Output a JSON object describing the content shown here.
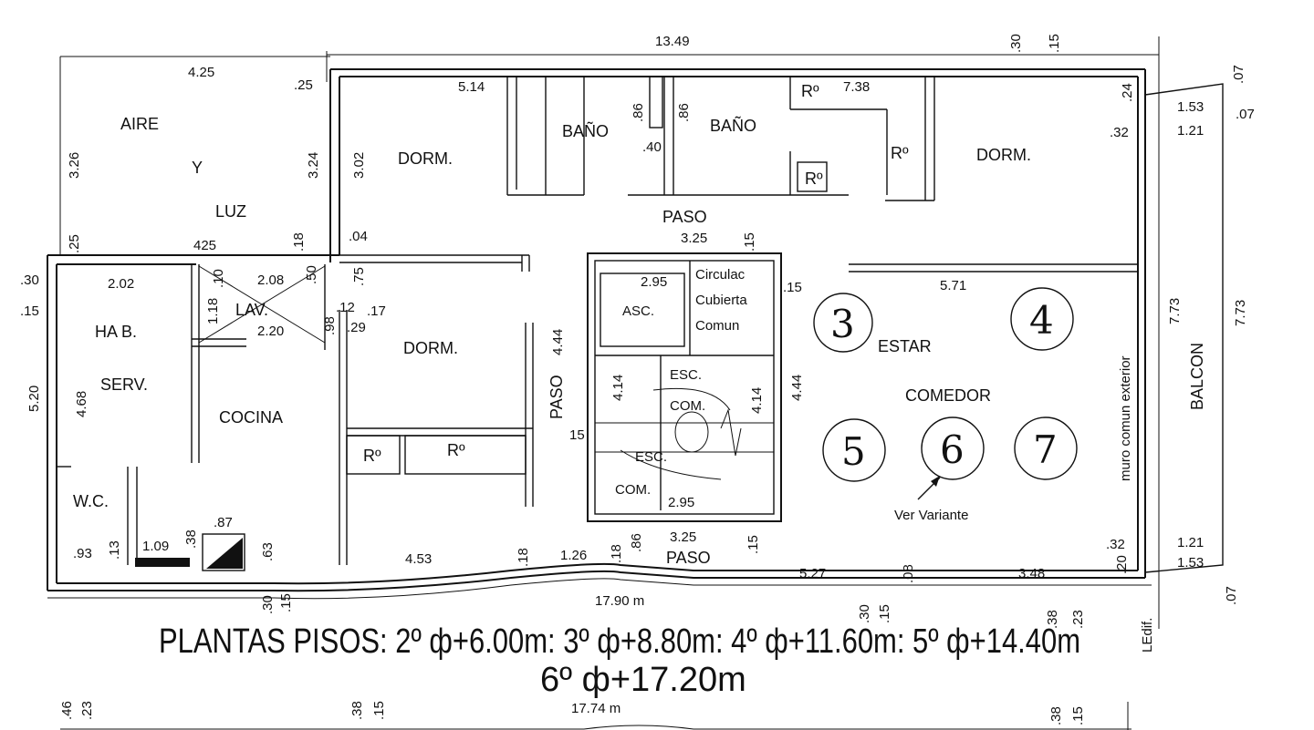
{
  "rooms": {
    "aire_line1": "AIRE",
    "aire_line2": "Y",
    "aire_line3": "LUZ",
    "dorm_left_top": "DORM.",
    "bano_left": "BAÑO",
    "bano_right": "BAÑO",
    "dorm_right": "DORM.",
    "paso_top": "PASO",
    "hab_line1": "HA B.",
    "hab_line2": "SERV.",
    "lav": "LAV.",
    "cocina": "COCINA",
    "dorm_mid": "DORM.",
    "paso_side": "PASO",
    "asc": "ASC.",
    "circ_line1": "Circulac",
    "circ_line2": "Cubierta",
    "circ_line3": "Comun",
    "esc_top_1": "ESC.",
    "esc_top_2": "COM.",
    "esc_bot_1": "ESC.",
    "esc_bot_2": "COM.",
    "estar": "ESTAR",
    "comedor": "COMEDOR",
    "wc": "W.C.",
    "paso_bottom": "PASO",
    "muro": "muro comun exterior",
    "balcon": "BALCON",
    "ledif": "LEdif.",
    "r1": "Rº",
    "r2": "Rº",
    "r3": "Rº",
    "r4": "Rº",
    "r5": "Rº"
  },
  "markers": [
    "3",
    "4",
    "5",
    "6",
    "7"
  ],
  "variant_note": "Ver Variante",
  "dims": {
    "top_total": "13.49",
    "d_425a": "4.25",
    "d_25a": ".25",
    "d_326": "3.26",
    "d_324": "3.24",
    "d_302": "3.02",
    "d_514": "5.14",
    "d_86a": ".86",
    "d_86b": ".86",
    "d_40": ".40",
    "d_738": "7.38",
    "d_30a": ".30",
    "d_15a": ".15",
    "d_24": ".24",
    "d_32a": ".32",
    "d_153a": "1.53",
    "d_121a": "1.21",
    "d_07a": ".07",
    "d_07b": ".07",
    "d_25b": ".25",
    "d_425b": "425",
    "d_18": ".18",
    "d_04": ".04",
    "d_325a": "3.25",
    "d_15b": ".15",
    "d_30b": ".30",
    "d_15c": ".15",
    "d_202": "2.02",
    "d_208": "2.08",
    "d_50": ".50",
    "d_75": ".75",
    "d_10": ".10",
    "d_12": ".12",
    "d_17": ".17",
    "d_29": ".29",
    "d_118": "1.18",
    "d_220": "2.20",
    "d_98": ".98",
    "d_295a": "2.95",
    "d_15d": ".15",
    "d_571": "5.71",
    "d_773a": "7.73",
    "d_773b": "7.73",
    "d_520": "5.20",
    "d_468": "4.68",
    "d_444a": "4.44",
    "d_414a": "4.14",
    "d_414b": "4.14",
    "d_444b": "4.44",
    "d_15e": "15",
    "d_295b": "2.95",
    "d_87": ".87",
    "d_93": ".93",
    "d_13": ".13",
    "d_109": "1.09",
    "d_38a": ".38",
    "d_63": ".63",
    "d_453": "4.53",
    "d_18b": ".18",
    "d_126": "1.26",
    "d_18c": ".18",
    "d_86c": ".86",
    "d_325b": "3.25",
    "d_15f": ".15",
    "d_527": "5.27",
    "d_08": ".08",
    "d_348": "3.48",
    "d_32b": ".32",
    "d_20": ".20",
    "d_121b": "1.21",
    "d_153b": "1.53",
    "d_07c": ".07",
    "d_30c": ".30",
    "d_15g": ".15",
    "bottom_total": "17.90 m",
    "d_30d": ".30",
    "d_15h": ".15",
    "d_38b": ".38",
    "d_23a": ".23",
    "d_46": ".46",
    "d_23b": ".23",
    "d_38c": ".38",
    "d_15i": ".15",
    "next_total": "17.74 m",
    "d_38d": ".38",
    "d_15j": ".15"
  },
  "title_line1": "PLANTAS PISOS: 2º ф+6.00m: 3º ф+8.80m: 4º ф+11.60m: 5º ф+14.40m",
  "title_line2": "6º ф+17.20m"
}
